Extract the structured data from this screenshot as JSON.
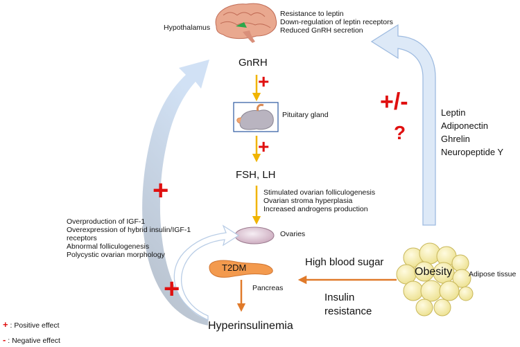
{
  "hypothalamus": {
    "label": "Hypothalamus",
    "notes": [
      "Resistance to leptin",
      "Down-regulation of leptin receptors",
      "Reduced GnRH secretion"
    ]
  },
  "gnrh": "GnRH",
  "pituitary": "Pituitary gland",
  "fsh_lh": "FSH, LH",
  "ovary_effects": [
    "Stimulated ovarian folliculogenesis",
    "Ovarian stroma hyperplasia",
    "Increased androgens production"
  ],
  "ovaries": "Ovaries",
  "igf_effects": [
    "Overproduction of IGF-1",
    "Overexpression of hybrid insulin/IGF-1",
    "receptors",
    "Abnormal folliculogenesis",
    "Polycystic ovarian morphology"
  ],
  "adipokines": [
    "Leptin",
    "Adiponectin",
    "Ghrelin",
    "Neuropeptide Y"
  ],
  "uncertain": {
    "sign": "+/-",
    "question": "?"
  },
  "obesity": "Obesity",
  "adipose": "Adipose tissue",
  "high_blood_sugar": "High blood sugar",
  "insulin_resistance": [
    "Insulin",
    "resistance"
  ],
  "t2dm": "T2DM",
  "pancreas": "Pancreas",
  "hyperinsulinemia": "Hyperinsulinemia",
  "signs": {
    "positive": "+",
    "negative": "-"
  },
  "legend": {
    "positive": {
      "symbol": "+",
      "label": ": Positive effect"
    },
    "negative": {
      "symbol": "-",
      "label": ": Negative effect"
    }
  },
  "colors": {
    "positive": "#e01010",
    "yellow_arrow": "#f0b400",
    "orange_arrow": "#e07a2a",
    "blue_arrow": "#bcd3ee"
  }
}
